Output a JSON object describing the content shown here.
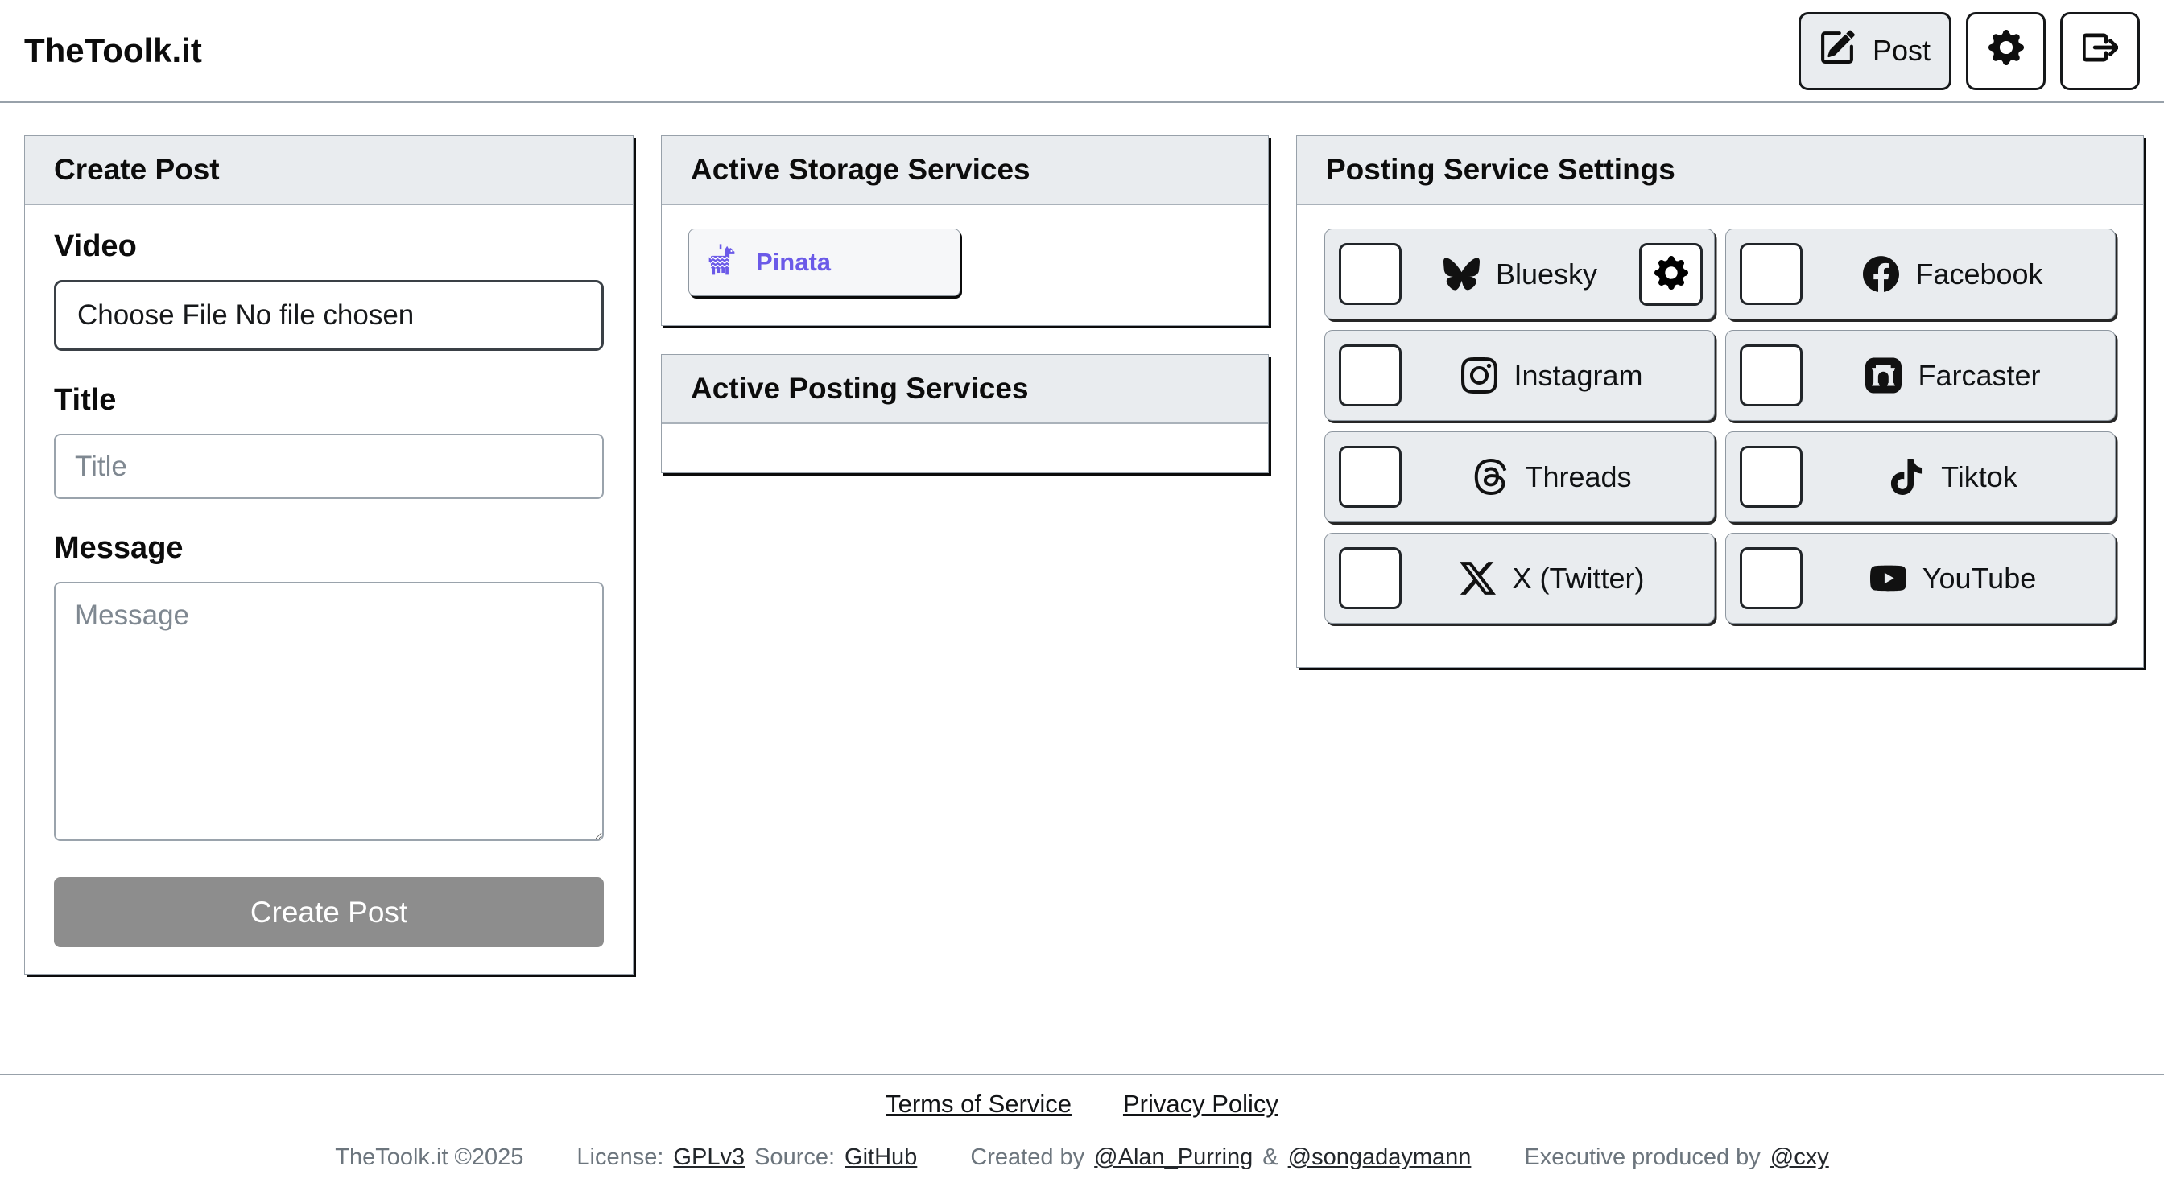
{
  "header": {
    "title": "TheToolk.it",
    "post_button_label": "Post"
  },
  "create_post": {
    "title": "Create Post",
    "video_label": "Video",
    "file_input_value": "Choose File No file chosen",
    "title_label": "Title",
    "title_placeholder": "Title",
    "title_value": "",
    "message_label": "Message",
    "message_placeholder": "Message",
    "message_value": "",
    "submit_label": "Create Post"
  },
  "storage": {
    "title": "Active Storage Services",
    "services": [
      {
        "name": "Pinata",
        "icon": "pinata-icon",
        "color": "#6b5ae8"
      }
    ]
  },
  "posting": {
    "title": "Active Posting Services",
    "services": []
  },
  "settings": {
    "title": "Posting Service Settings",
    "services": [
      {
        "name": "Bluesky",
        "icon": "bluesky-icon",
        "has_settings": true,
        "checked": false
      },
      {
        "name": "Facebook",
        "icon": "facebook-icon",
        "has_settings": false,
        "checked": false
      },
      {
        "name": "Instagram",
        "icon": "instagram-icon",
        "has_settings": false,
        "checked": false
      },
      {
        "name": "Farcaster",
        "icon": "farcaster-icon",
        "has_settings": false,
        "checked": false
      },
      {
        "name": "Threads",
        "icon": "threads-icon",
        "has_settings": false,
        "checked": false
      },
      {
        "name": "Tiktok",
        "icon": "tiktok-icon",
        "has_settings": false,
        "checked": false
      },
      {
        "name": "X (Twitter)",
        "icon": "x-twitter-icon",
        "has_settings": false,
        "checked": false
      },
      {
        "name": "YouTube",
        "icon": "youtube-icon",
        "has_settings": false,
        "checked": false
      }
    ]
  },
  "footer": {
    "terms_link": "Terms of Service",
    "privacy_link": "Privacy Policy",
    "copyright": "TheToolk.it ©2025",
    "license_label": "License:",
    "license_link": "GPLv3",
    "source_label": "Source:",
    "source_link": "GitHub",
    "created_by_label": "Created by",
    "creator1": "@Alan_Purring",
    "ampersand": "&",
    "creator2": "@songadaymann",
    "produced_label": "Executive produced by",
    "producer": "@cxy"
  },
  "colors": {
    "accent_purple": "#6b5ae8",
    "panel_header_bg": "#e9ecef",
    "tile_bg": "#e9ecef",
    "submit_gray": "#8d8d8d"
  }
}
